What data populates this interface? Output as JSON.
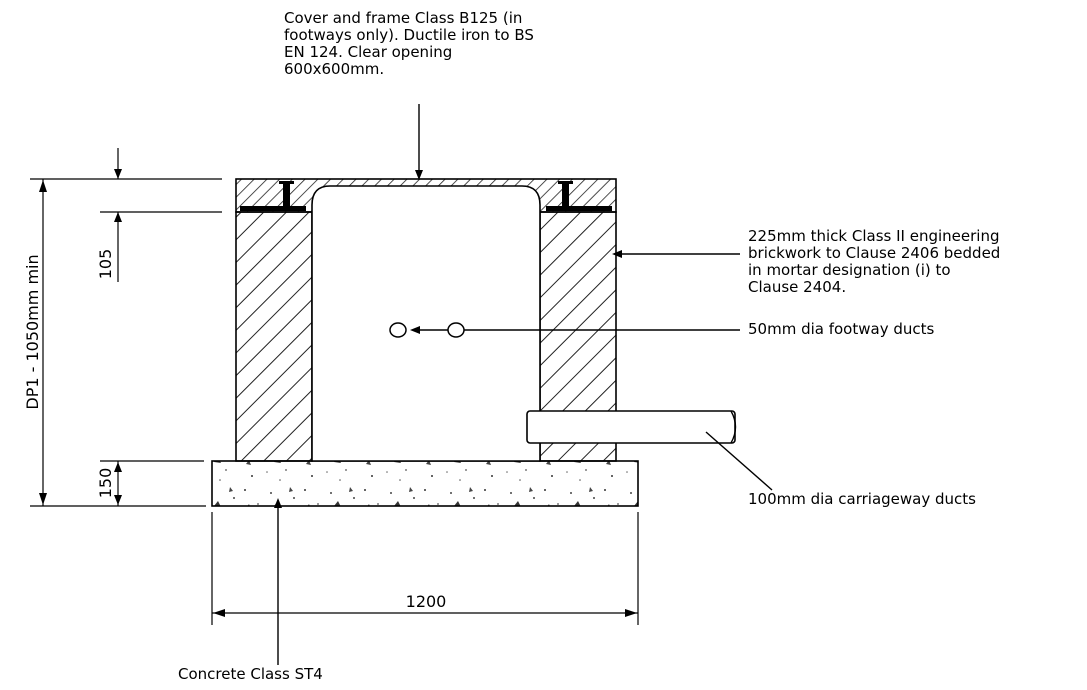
{
  "labels": {
    "cover": "Cover and frame Class B125 (in\nfootways only). Ductile iron to BS\nEN 124. Clear opening\n600x600mm.",
    "brickwork": "225mm thick Class II engineering\nbrickwork to Clause 2406 bedded\nin mortar designation (i) to\nClause 2404.",
    "footway_ducts": "50mm dia footway ducts",
    "carriageway_ducts": "100mm dia carriageway ducts",
    "concrete": "Concrete Class ST4"
  },
  "dimensions": {
    "depth": "DP1 - 1050mm min",
    "cover_height": "105",
    "base_height": "150",
    "width": "1200"
  }
}
